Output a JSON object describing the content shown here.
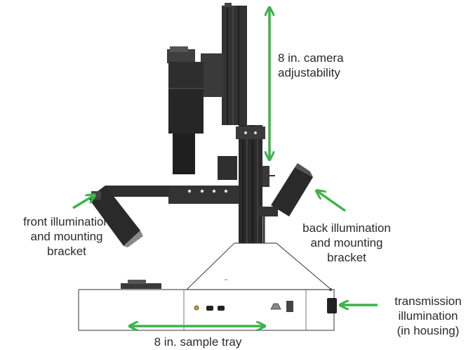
{
  "labels": {
    "camera_adjust_line1": "8 in. camera",
    "camera_adjust_line2": "adjustability",
    "front_line1": "front illumination",
    "front_line2": "and mounting",
    "front_line3": "bracket",
    "back_line1": "back illumination",
    "back_line2": "and mounting",
    "back_line3": "bracket",
    "trans_line1": "transmission",
    "trans_line2": "illumination",
    "trans_line3": "(in housing)",
    "tray_label": "8 in. sample tray"
  },
  "colors": {
    "arrow": "#3cb34a",
    "metal_dark": "#2b2b2b",
    "metal_mid": "#4a4a4a",
    "outline": "#555555"
  }
}
